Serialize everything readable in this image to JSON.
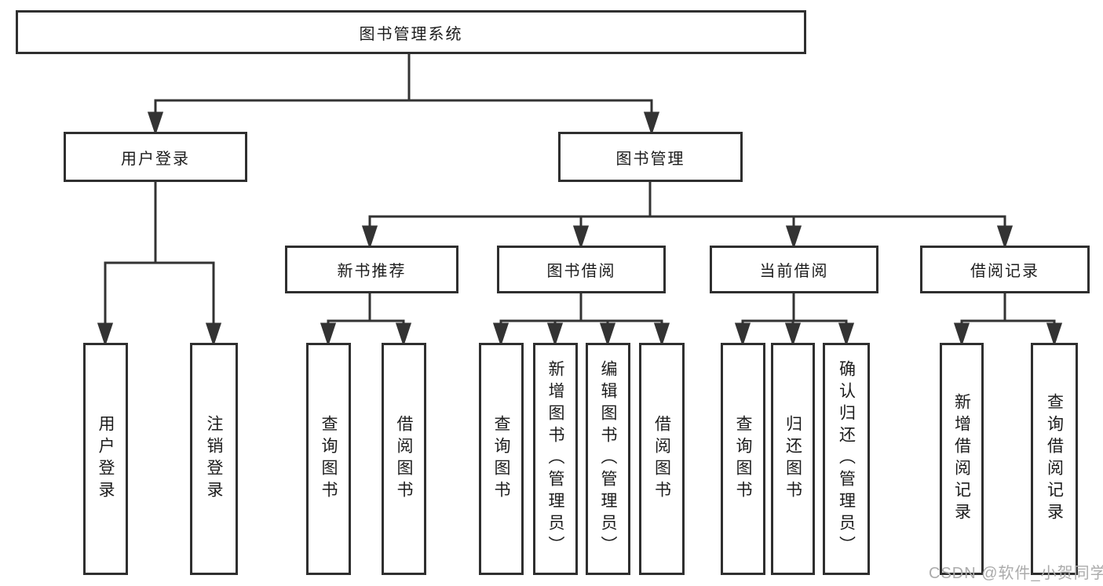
{
  "tree": {
    "label": "图书管理系统",
    "children": [
      {
        "label": "用户登录",
        "children": [
          {
            "label": "用户登录"
          },
          {
            "label": "注销登录"
          }
        ]
      },
      {
        "label": "图书管理",
        "children": [
          {
            "label": "新书推荐",
            "children": [
              {
                "label": "查询图书"
              },
              {
                "label": "借阅图书"
              }
            ]
          },
          {
            "label": "图书借阅",
            "children": [
              {
                "label": "查询图书"
              },
              {
                "label": "新增图书（管理员）"
              },
              {
                "label": "编辑图书（管理员）"
              },
              {
                "label": "借阅图书"
              }
            ]
          },
          {
            "label": "当前借阅",
            "children": [
              {
                "label": "查询图书"
              },
              {
                "label": "归还图书"
              },
              {
                "label": "确认归还（管理员）"
              }
            ]
          },
          {
            "label": "借阅记录",
            "children": [
              {
                "label": "新增借阅记录"
              },
              {
                "label": "查询借阅记录"
              }
            ]
          }
        ]
      }
    ]
  },
  "watermark": {
    "text": "CSDN @软件_小贺同学"
  },
  "colors": {
    "line": "#333333",
    "border": "#2f2f2f",
    "text": "#1c1c1c",
    "watermark": "#ababab",
    "background": "#ffffff"
  }
}
